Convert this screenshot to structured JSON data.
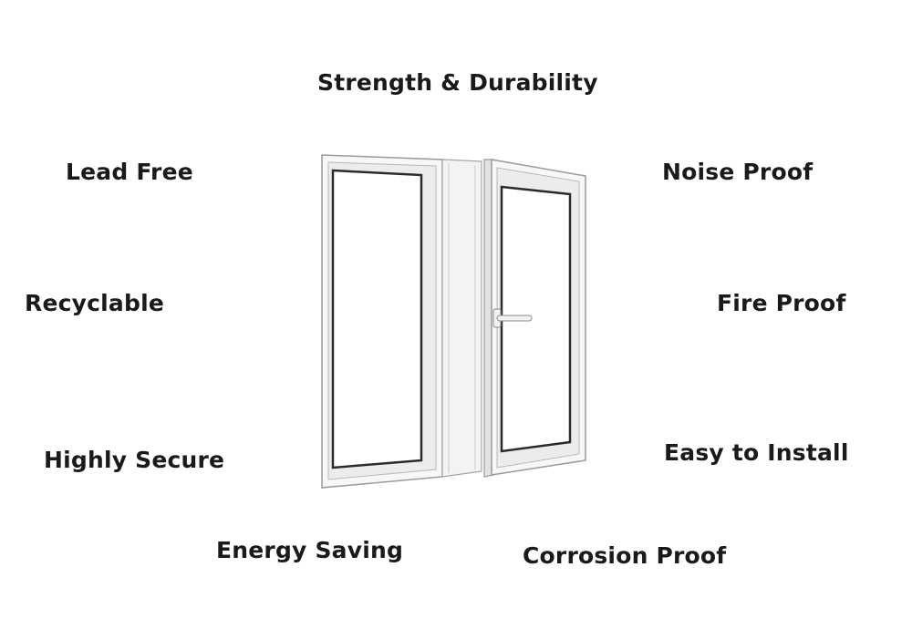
{
  "features": {
    "strength": "Strength & Durability",
    "lead_free": "Lead Free",
    "noise_proof": "Noise Proof",
    "recyclable": "Recyclable",
    "fire_proof": "Fire Proof",
    "highly_secure": "Highly Secure",
    "easy_install": "Easy to Install",
    "energy_saving": "Energy Saving",
    "corrosion_proof": "Corrosion Proof"
  },
  "illustration": {
    "subject": "window-icon",
    "frame_color": "#f7f7f7",
    "outline_color": "#2b2b2b"
  }
}
